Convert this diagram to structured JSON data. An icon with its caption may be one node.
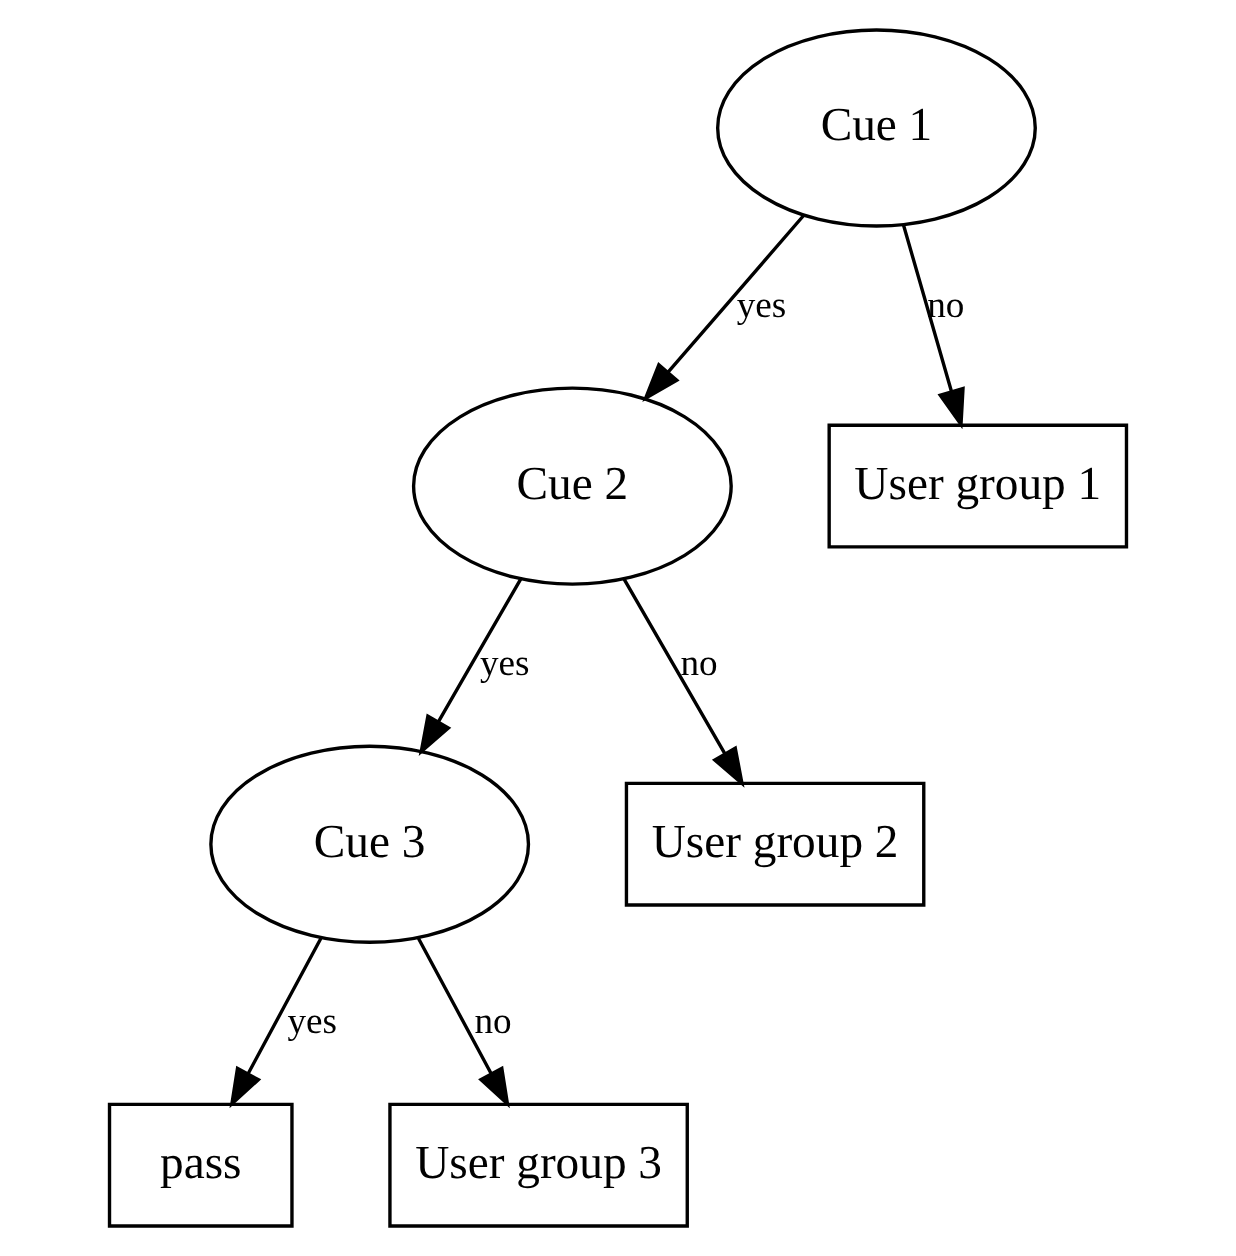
{
  "diagram": {
    "nodes": [
      {
        "text": [
          "Cue 1"
        ]
      },
      {
        "text": [
          "Cue 2"
        ]
      },
      {
        "text": [
          "User group 1"
        ]
      },
      {
        "text": [
          "Cue 3"
        ]
      },
      {
        "text": [
          "User group 2"
        ]
      },
      {
        "text": [
          "pass"
        ]
      },
      {
        "text": [
          "User group 3"
        ]
      }
    ],
    "edges": [
      {
        "from": 0,
        "to": 1,
        "arrow": "to",
        "label": "yes"
      },
      {
        "from": 0,
        "to": 2,
        "arrow": "to",
        "label": "no"
      },
      {
        "from": 1,
        "to": 3,
        "arrow": "to",
        "label": "yes"
      },
      {
        "from": 1,
        "to": 4,
        "arrow": "to",
        "label": "no"
      },
      {
        "from": 3,
        "to": 5,
        "arrow": "to",
        "label": "yes"
      },
      {
        "from": 3,
        "to": 6,
        "arrow": "to",
        "label": "no"
      }
    ]
  }
}
